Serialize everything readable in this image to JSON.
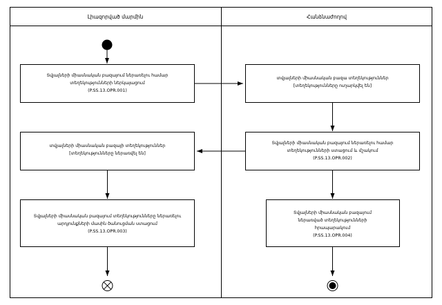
{
  "diagram": {
    "type": "activity-diagram",
    "swimlanes": [
      {
        "id": "left",
        "title": "Լիազորված մարմին"
      },
      {
        "id": "right",
        "title": "Հանձնաժողով"
      }
    ],
    "nodes": [
      {
        "id": "n1",
        "lane": "left",
        "shape": "activity",
        "lines": [
          "Տվյալների միասնական բազայում ներառելու համար",
          "տեղեկությունների ներկայացում",
          "(P.SS.13.OPR.001)"
        ]
      },
      {
        "id": "n2",
        "lane": "right",
        "shape": "activity",
        "lines": [
          "տվյալների միասնական բազա տեղեկություններ",
          "[տեղեկությունները ուղարկվել են]"
        ]
      },
      {
        "id": "n3",
        "lane": "right",
        "shape": "activity",
        "lines": [
          "Տվյալների միասնական բազայում ներառելու համար",
          "տեղեկությունների ստացում և մշակում",
          "(P.SS.13.OPR.002)"
        ]
      },
      {
        "id": "n4",
        "lane": "left",
        "shape": "activity",
        "lines": [
          "տվյալների միասնական բազայի տեղեկություններ",
          "[տեղեկությունները ներառվել են]"
        ]
      },
      {
        "id": "n5",
        "lane": "left",
        "shape": "activity",
        "lines": [
          "Տվյալների միասնական բազայում տեղեկությունները ներառելու",
          "արդյունքների մասին ծանուցման ստացում",
          "(P.SS.13.OPR.003)"
        ]
      },
      {
        "id": "n6",
        "lane": "right",
        "shape": "activity",
        "lines": [
          "Տվյալների միասնական բազայում",
          "ներառված տեղեկությունների",
          "հրապարակում",
          "(P.SS.13.OPR.004)"
        ]
      },
      {
        "id": "start",
        "lane": "left",
        "shape": "initial-node"
      },
      {
        "id": "end-left",
        "lane": "left",
        "shape": "flow-final-node"
      },
      {
        "id": "end-right",
        "lane": "right",
        "shape": "activity-final-node"
      }
    ],
    "edges": [
      {
        "from": "start",
        "to": "n1"
      },
      {
        "from": "n1",
        "to": "n2"
      },
      {
        "from": "n2",
        "to": "n3"
      },
      {
        "from": "n3",
        "to": "n4"
      },
      {
        "from": "n4",
        "to": "n5"
      },
      {
        "from": "n3",
        "to": "n6"
      },
      {
        "from": "n5",
        "to": "end-left"
      },
      {
        "from": "n6",
        "to": "end-right"
      }
    ],
    "colors": {
      "stroke": "#000000",
      "fill": "#ffffff",
      "background": "#ffffff"
    }
  }
}
